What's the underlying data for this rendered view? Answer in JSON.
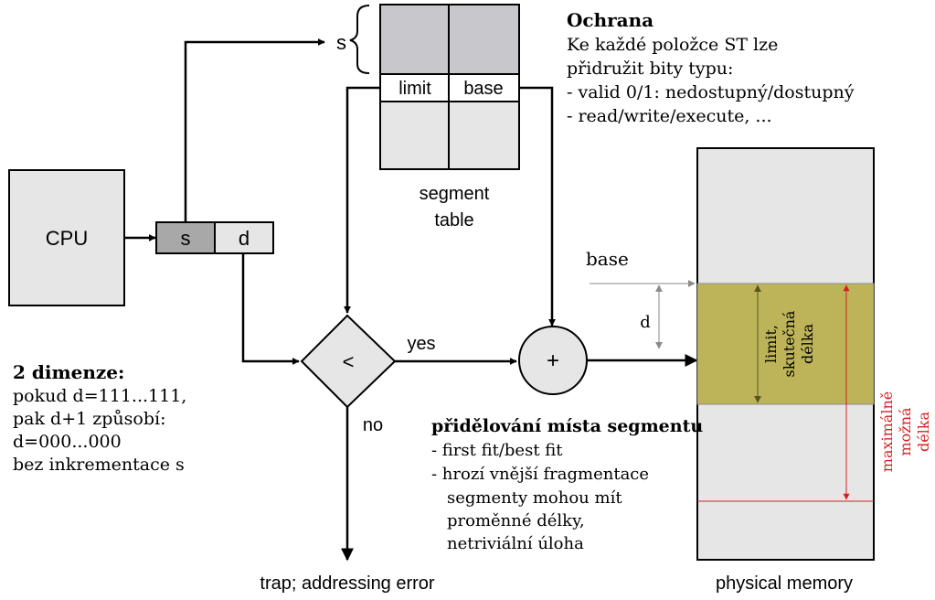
{
  "cpu_label": "CPU",
  "address": {
    "s": "s",
    "d": "d"
  },
  "s_brace_label": "s",
  "segment_table": {
    "limit": "limit",
    "base": "base",
    "caption_line1": "segment",
    "caption_line2": "table"
  },
  "comparator": "<",
  "adder": "+",
  "yes_label": "yes",
  "no_label": "no",
  "trap_label": "trap; addressing error",
  "memory": {
    "caption": "physical  memory",
    "base_label": "base",
    "d_label": "d",
    "segment_label_line1": "limit,",
    "segment_label_line2": "skutečná",
    "segment_label_line3": "délka",
    "max_label_line1": "maximálně",
    "max_label_line2": "možná",
    "max_label_line3": "délka"
  },
  "protection": {
    "title": "Ochrana",
    "lines": [
      "Ke každé položce ST lze",
      "přidružit bity typu:",
      "- valid 0/1: nedostupný/dostupný",
      "- read/write/execute, ..."
    ]
  },
  "dimensions": {
    "title": "2 dimenze:",
    "lines": [
      "pokud d=111...111,",
      "pak d+1 způsobí:",
      "d=000...000",
      "bez inkrementace s"
    ]
  },
  "allocation": {
    "title": "přidělování místa segmentu",
    "lines": [
      "- first fit/best fit",
      "- hrozí vnější fragmentace",
      "segmenty mohou mít",
      "proměnné délky,",
      "netriviální úloha"
    ]
  },
  "colors": {
    "box_fill": "#e6e6e6",
    "table_top_fill": "#c8c8cc",
    "segment_fill": "#bdb45a",
    "max_red": "#d42020",
    "thin_gray": "#8a8a8a"
  }
}
